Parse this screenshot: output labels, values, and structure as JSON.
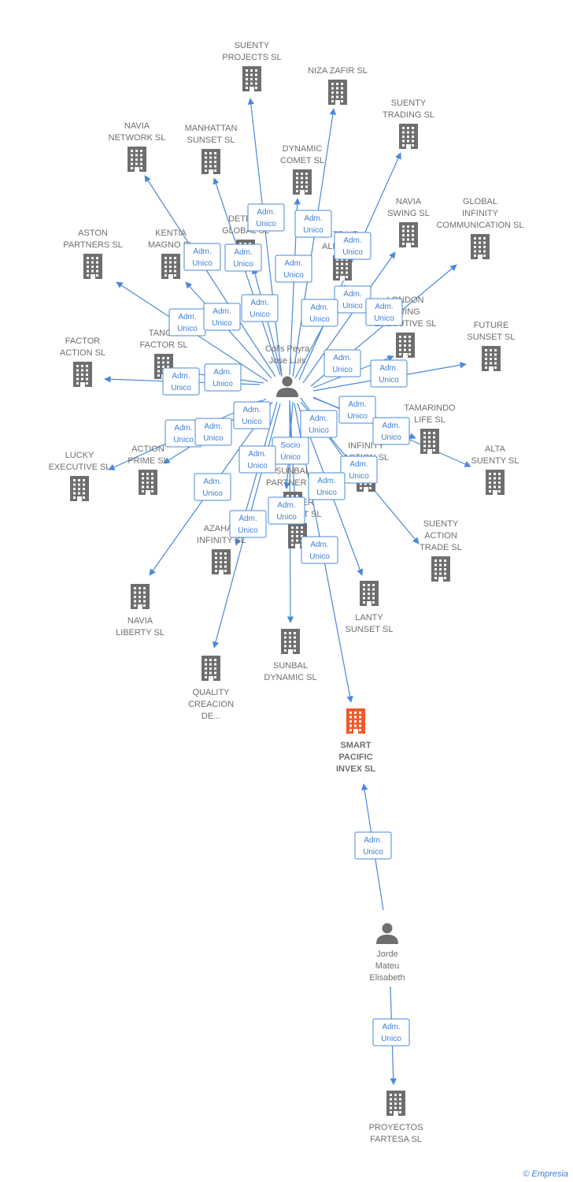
{
  "center_person": {
    "id": "p1",
    "lines": [
      "Colls Peyra",
      "Jose Luis"
    ]
  },
  "second_person": {
    "id": "p2",
    "lines": [
      "Jorde",
      "Mateu",
      "Elisabeth"
    ]
  },
  "companies": [
    {
      "id": "c1",
      "lines": [
        "SUENTY",
        "PROJECTS SL"
      ]
    },
    {
      "id": "c2",
      "lines": [
        "NIZA ZAFIR SL"
      ]
    },
    {
      "id": "c3",
      "lines": [
        "SUENTY",
        "TRADING SL"
      ]
    },
    {
      "id": "c4",
      "lines": [
        "NAVIA",
        "NETWORK SL"
      ]
    },
    {
      "id": "c5",
      "lines": [
        "MANHATTAN",
        "SUNSET SL"
      ]
    },
    {
      "id": "c6",
      "lines": [
        "DYNAMIC",
        "COMET SL"
      ]
    },
    {
      "id": "c7",
      "lines": [
        "NAVIA",
        "SWING SL"
      ]
    },
    {
      "id": "c8",
      "lines": [
        "GLOBAL",
        "INFINITY",
        "COMMUNICATION SL"
      ]
    },
    {
      "id": "c9",
      "lines": [
        "ASTON",
        "PARTNERS SL"
      ]
    },
    {
      "id": "c10",
      "lines": [
        "KENTIA",
        "MAGNO SL"
      ]
    },
    {
      "id": "c11",
      "lines": [
        "DETECT",
        "GLOBAL SL"
      ]
    },
    {
      "id": "c12",
      "lines": [
        "STRIKE",
        "ALPHA SL"
      ]
    },
    {
      "id": "c13",
      "lines": [
        "LONDON",
        "SWING",
        "EXECUTIVE SL"
      ]
    },
    {
      "id": "c14",
      "lines": [
        "FACTOR",
        "ACTION SL"
      ]
    },
    {
      "id": "c15",
      "lines": [
        "TANGO",
        "FACTOR SL"
      ]
    },
    {
      "id": "c16",
      "lines": [
        "FUTURE",
        "SUNSET SL"
      ]
    },
    {
      "id": "c17",
      "lines": [
        "TAMARINDO",
        "LIFE SL"
      ]
    },
    {
      "id": "c18",
      "lines": [
        "LUCKY",
        "EXECUTIVE SL"
      ]
    },
    {
      "id": "c19",
      "lines": [
        "ACTION",
        "PRIME SL"
      ]
    },
    {
      "id": "c20",
      "lines": [
        "MISTER",
        "SUNSET SL"
      ]
    },
    {
      "id": "c21",
      "lines": [
        "INFINITY",
        "ACTION SL"
      ]
    },
    {
      "id": "c22",
      "lines": [
        "ALTA",
        "SUENTY SL"
      ]
    },
    {
      "id": "c23",
      "lines": [
        "AZAHAR",
        "INFINITY SL"
      ]
    },
    {
      "id": "c24",
      "lines": [
        "SUNBAL",
        "PARTNER SL"
      ]
    },
    {
      "id": "c25",
      "lines": [
        "SUENTY",
        "ACTION",
        "TRADE SL"
      ]
    },
    {
      "id": "c26",
      "lines": [
        "NAVIA",
        "LIBERTY SL"
      ]
    },
    {
      "id": "c27",
      "lines": [
        "LANTY",
        "SUNSET SL"
      ]
    },
    {
      "id": "c28",
      "lines": [
        "SUNBAL",
        "DYNAMIC SL"
      ]
    },
    {
      "id": "c29",
      "lines": [
        "QUALITY",
        "CREACION",
        "DE..."
      ]
    },
    {
      "id": "c30",
      "lines": [
        "SMART",
        "PACIFIC",
        "INVEX SL"
      ],
      "focus": true
    },
    {
      "id": "c31",
      "lines": [
        "PROYECTOS",
        "FARTESA SL"
      ]
    }
  ],
  "relations": [
    {
      "from": "p1",
      "to": "c1",
      "lines": [
        "Adm.",
        "Unico"
      ]
    },
    {
      "from": "p1",
      "to": "c2",
      "lines": [
        "Adm.",
        "Unico"
      ]
    },
    {
      "from": "p1",
      "to": "c3",
      "lines": [
        "Adm.",
        "Unico"
      ]
    },
    {
      "from": "p1",
      "to": "c4",
      "lines": [
        "Adm.",
        "Unico"
      ]
    },
    {
      "from": "p1",
      "to": "c5",
      "lines": [
        "Adm.",
        "Unico"
      ]
    },
    {
      "from": "p1",
      "to": "c6",
      "lines": [
        "Adm.",
        "Unico"
      ]
    },
    {
      "from": "p1",
      "to": "c7",
      "lines": [
        "Adm.",
        "Unico"
      ]
    },
    {
      "from": "p1",
      "to": "c8",
      "lines": [
        "Adm.",
        "Unico"
      ]
    },
    {
      "from": "p1",
      "to": "c9",
      "lines": [
        "Adm.",
        "Unico"
      ]
    },
    {
      "from": "p1",
      "to": "c10",
      "lines": [
        "Adm.",
        "Unico"
      ]
    },
    {
      "from": "p1",
      "to": "c11",
      "lines": [
        "Adm.",
        "Unico"
      ]
    },
    {
      "from": "p1",
      "to": "c12",
      "lines": [
        "Adm.",
        "Unico"
      ]
    },
    {
      "from": "p1",
      "to": "c13",
      "lines": [
        "Adm.",
        "Unico"
      ]
    },
    {
      "from": "p1",
      "to": "c14",
      "lines": [
        "Adm.",
        "Unico"
      ]
    },
    {
      "from": "p1",
      "to": "c15",
      "lines": [
        "Adm.",
        "Unico"
      ]
    },
    {
      "from": "p1",
      "to": "c16",
      "lines": [
        "Adm.",
        "Unico"
      ]
    },
    {
      "from": "p1",
      "to": "c17",
      "lines": [
        "Adm.",
        "Unico"
      ]
    },
    {
      "from": "p1",
      "to": "c18",
      "lines": [
        "Adm.",
        "Unico"
      ]
    },
    {
      "from": "p1",
      "to": "c19",
      "lines": [
        "Adm.",
        "Unico"
      ]
    },
    {
      "from": "p1",
      "to": "c20",
      "lines": [
        "Socio",
        "Único"
      ]
    },
    {
      "from": "p1",
      "to": "c21",
      "lines": [
        "Adm.",
        "Unico"
      ]
    },
    {
      "from": "p1",
      "to": "c22",
      "lines": [
        "Adm.",
        "Unico"
      ]
    },
    {
      "from": "p1",
      "to": "c23",
      "lines": [
        "Adm.",
        "Unico"
      ]
    },
    {
      "from": "p1",
      "to": "c24",
      "lines": [
        "Adm.",
        "Unico"
      ]
    },
    {
      "from": "p1",
      "to": "c25",
      "lines": [
        "Adm.",
        "Unico"
      ]
    },
    {
      "from": "p1",
      "to": "c26",
      "lines": [
        "Adm.",
        "Unico"
      ]
    },
    {
      "from": "p1",
      "to": "c27",
      "lines": [
        "Adm.",
        "Unico"
      ]
    },
    {
      "from": "p1",
      "to": "c28",
      "lines": [
        "Adm.",
        "Unico"
      ]
    },
    {
      "from": "p1",
      "to": "c29",
      "lines": [
        "Adm.",
        "Unico"
      ]
    },
    {
      "from": "p1",
      "to": "c30",
      "lines": [
        "Adm.",
        "Unico"
      ]
    },
    {
      "from": "p2",
      "to": "c30",
      "lines": [
        "Adm.",
        "Unico"
      ]
    },
    {
      "from": "p2",
      "to": "c31",
      "lines": [
        "Adm.",
        "Unico"
      ]
    }
  ],
  "colors": {
    "edge": "#4a89d6",
    "company": "#6e6e6e",
    "focus_company": "#f05a28",
    "person": "#6e6e6e"
  },
  "brand": "© Empresia"
}
